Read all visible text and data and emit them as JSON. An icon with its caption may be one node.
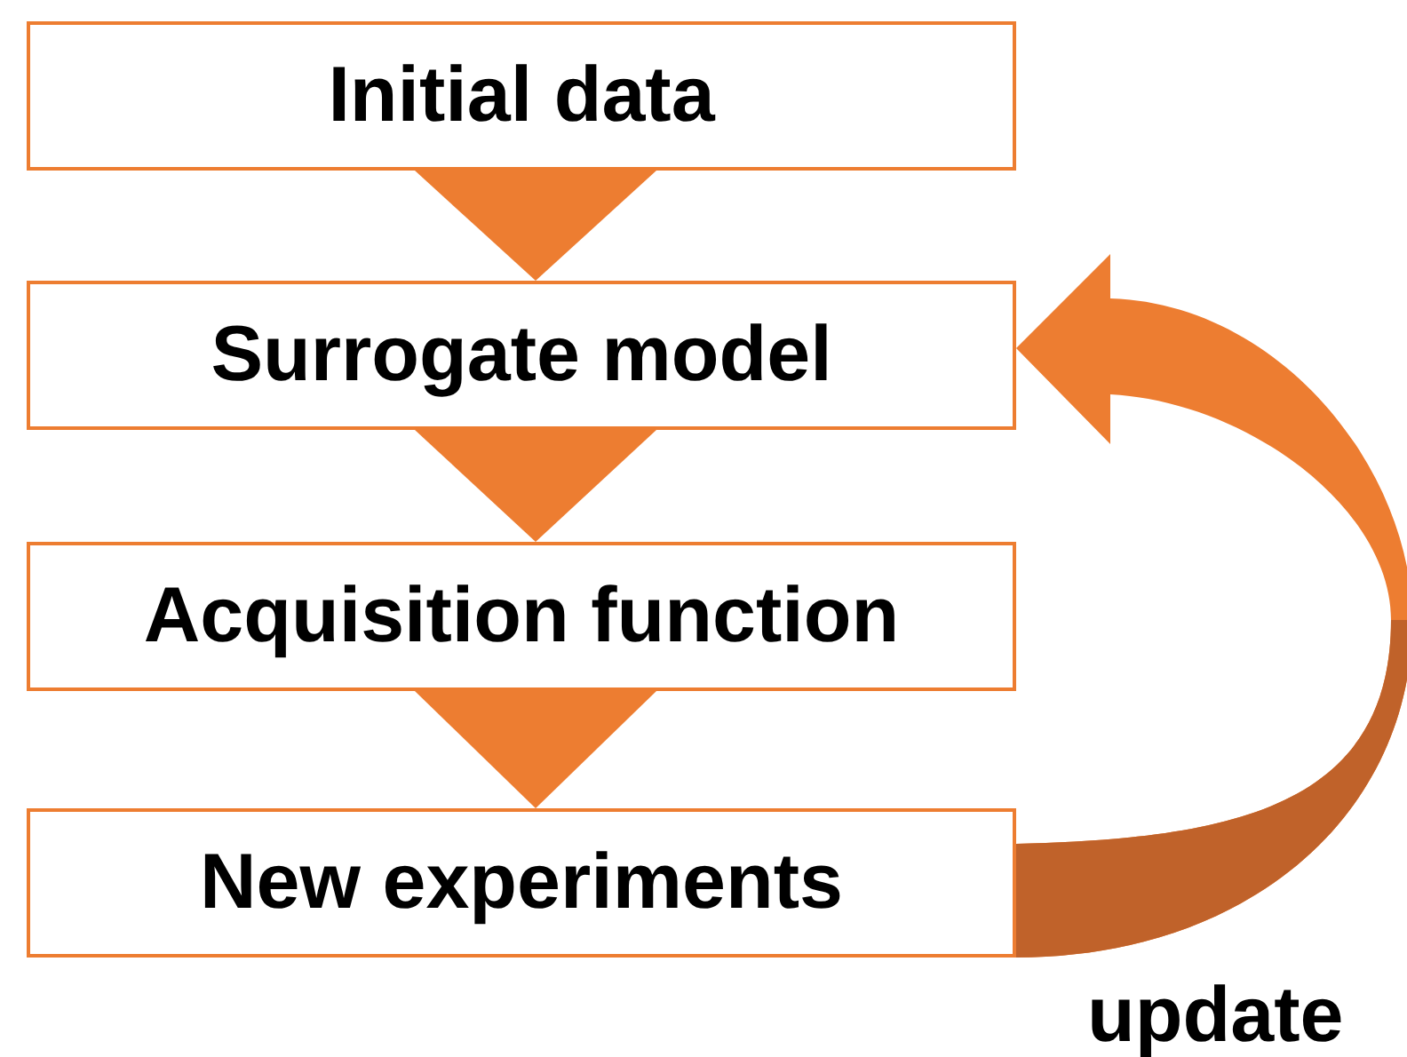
{
  "diagram": {
    "nodes": [
      {
        "text": [
          "Initial data"
        ]
      },
      {
        "text": [
          "Surrogate model"
        ]
      },
      {
        "text": [
          "Acquisition function"
        ]
      },
      {
        "text": [
          "New experiments"
        ]
      }
    ],
    "edges": [
      {
        "from": 0,
        "to": 1,
        "arrow": "to"
      },
      {
        "from": 1,
        "to": 2,
        "arrow": "to"
      },
      {
        "from": 2,
        "to": 3,
        "arrow": "to"
      },
      {
        "from": 3,
        "to": 1,
        "arrow": "to",
        "label": "update",
        "style": "thick"
      }
    ]
  }
}
